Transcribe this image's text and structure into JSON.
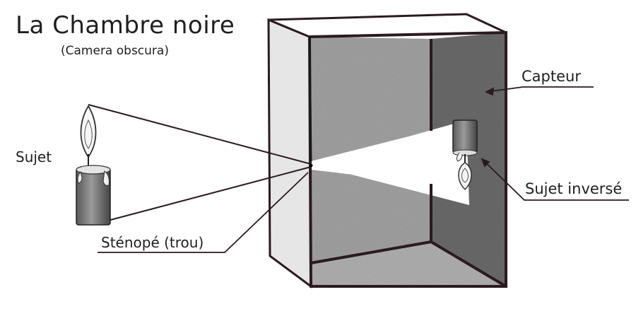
{
  "diagram": {
    "title": "La Chambre noire",
    "subtitle": "(Camera obscura)",
    "labels": {
      "capteur": "Capteur",
      "sujet": "Sujet",
      "sujet_inverse": "Sujet inversé",
      "stenope": "Sténopé (trou)"
    }
  },
  "colors": {
    "ink": "#1a1a1a",
    "box_outline": "#2b1a1f",
    "left_panel": "#e6e6e6",
    "interior": "#a9a9a9",
    "back_wall": "#6f6f6f",
    "candle": "#8a8a8a"
  }
}
